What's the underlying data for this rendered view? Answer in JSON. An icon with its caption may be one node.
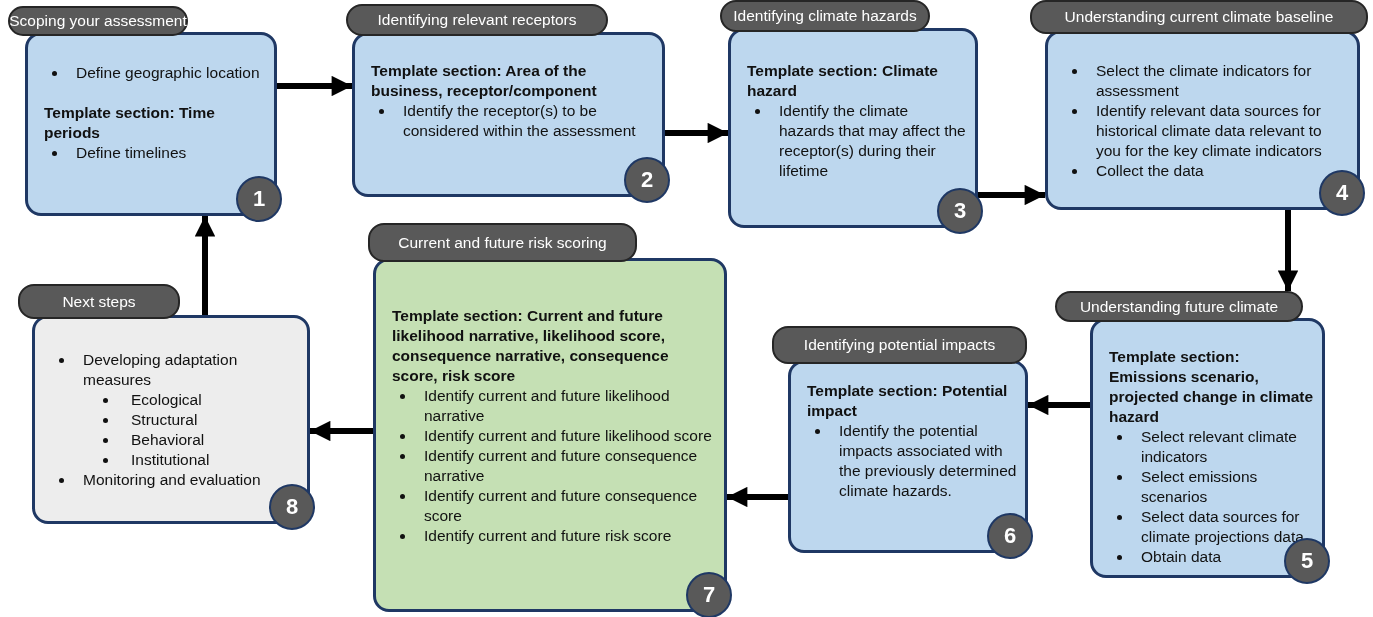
{
  "diagram": {
    "nodes": [
      {
        "text": [
          "Scoping your assessment",
          "Define geographic location",
          "Template section: Time periods",
          "Define timelines",
          "1"
        ]
      },
      {
        "text": [
          "Identifying relevant receptors",
          "Template section: Area of the business, receptor/component",
          "Identify the receptor(s) to be considered within the assessment",
          "2"
        ]
      },
      {
        "text": [
          "Identifying climate hazards",
          "Template section: Climate hazard",
          "Identify the climate hazards that may affect the receptor(s) during their lifetime",
          "3"
        ]
      },
      {
        "text": [
          "Understanding current climate baseline",
          "Select the climate indicators for assessment",
          "Identify relevant data sources for historical climate data relevant to you for the key climate indicators",
          "Collect the data",
          "4"
        ]
      },
      {
        "text": [
          "Understanding future climate",
          "Template section: Emissions scenario, projected change in climate hazard",
          "Select relevant climate indicators",
          "Select emissions scenarios",
          "Select data sources for climate projections data",
          "Obtain data",
          "5"
        ]
      },
      {
        "text": [
          "Identifying potential impacts",
          "Template section: Potential impact",
          "Identify the potential impacts associated with the previously determined climate hazards.",
          "6"
        ]
      },
      {
        "text": [
          "Current and future risk scoring",
          "Template section: Current and future likelihood narrative, likelihood score, consequence narrative, consequence score, risk score",
          "Identify current and future likelihood narrative",
          "Identify current and future likelihood score",
          "Identify current and future consequence narrative",
          "Identify current and future consequence score",
          "Identify current and future risk score",
          "7"
        ]
      },
      {
        "text": [
          "Next steps",
          "Developing adaptation measures",
          "Ecological",
          "Structural",
          "Behavioral",
          "Institutional",
          "Monitoring and evaluation",
          "8"
        ]
      }
    ],
    "edges": [
      {
        "from": 0,
        "to": 1,
        "arrow": "to"
      },
      {
        "from": 1,
        "to": 2,
        "arrow": "to"
      },
      {
        "from": 2,
        "to": 3,
        "arrow": "to"
      },
      {
        "from": 3,
        "to": 4,
        "arrow": "to"
      },
      {
        "from": 4,
        "to": 5,
        "arrow": "to"
      },
      {
        "from": 5,
        "to": 6,
        "arrow": "to"
      },
      {
        "from": 6,
        "to": 7,
        "arrow": "to"
      },
      {
        "from": 7,
        "to": 0,
        "arrow": "to"
      }
    ]
  }
}
